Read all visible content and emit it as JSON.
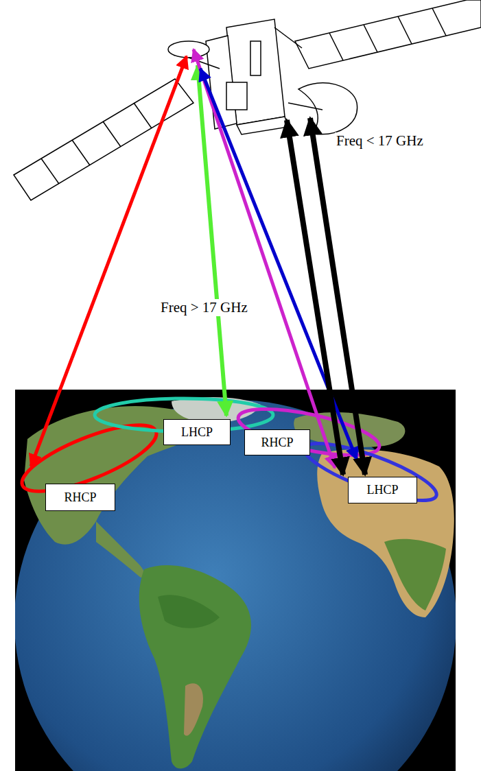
{
  "diagram": {
    "nodes": [
      {
        "text": [
          "LHCP"
        ]
      },
      {
        "text": [
          "RHCP"
        ]
      },
      {
        "text": [
          "LHCP"
        ]
      },
      {
        "text": [
          "RHCP"
        ]
      }
    ],
    "labels": [
      "Freq < 17 GHz",
      "Freq > 17 GHz"
    ]
  }
}
